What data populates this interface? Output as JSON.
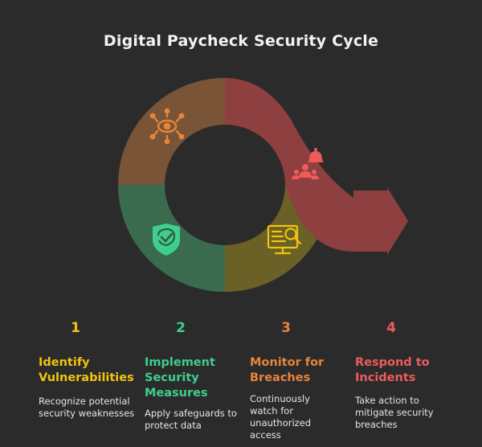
{
  "title": "Digital Paycheck Security Cycle",
  "colors": {
    "background": "#2b2b2b",
    "identify": "#f1c40f",
    "implement": "#3ecf8e",
    "monitor": "#e8843a",
    "respond": "#ee5b5b",
    "segment_brown": "#7a5436",
    "segment_green": "#3a6b4e",
    "segment_olive": "#6b6126",
    "segment_red": "#8e3f3f"
  },
  "icons": {
    "identify": "eye-network-icon",
    "implement": "shield-check-icon",
    "monitor": "monitor-search-icon",
    "respond": "alarm-people-icon"
  },
  "steps": [
    {
      "number": "1",
      "title": "Identify Vulnerabilities",
      "description": "Recognize potential security weaknesses"
    },
    {
      "number": "2",
      "title": "Implement Security Measures",
      "description": "Apply safeguards to protect data"
    },
    {
      "number": "3",
      "title": "Monitor for Breaches",
      "description": "Continuously watch for unauthorized access"
    },
    {
      "number": "4",
      "title": "Respond to Incidents",
      "description": "Take action to mitigate security breaches"
    }
  ]
}
